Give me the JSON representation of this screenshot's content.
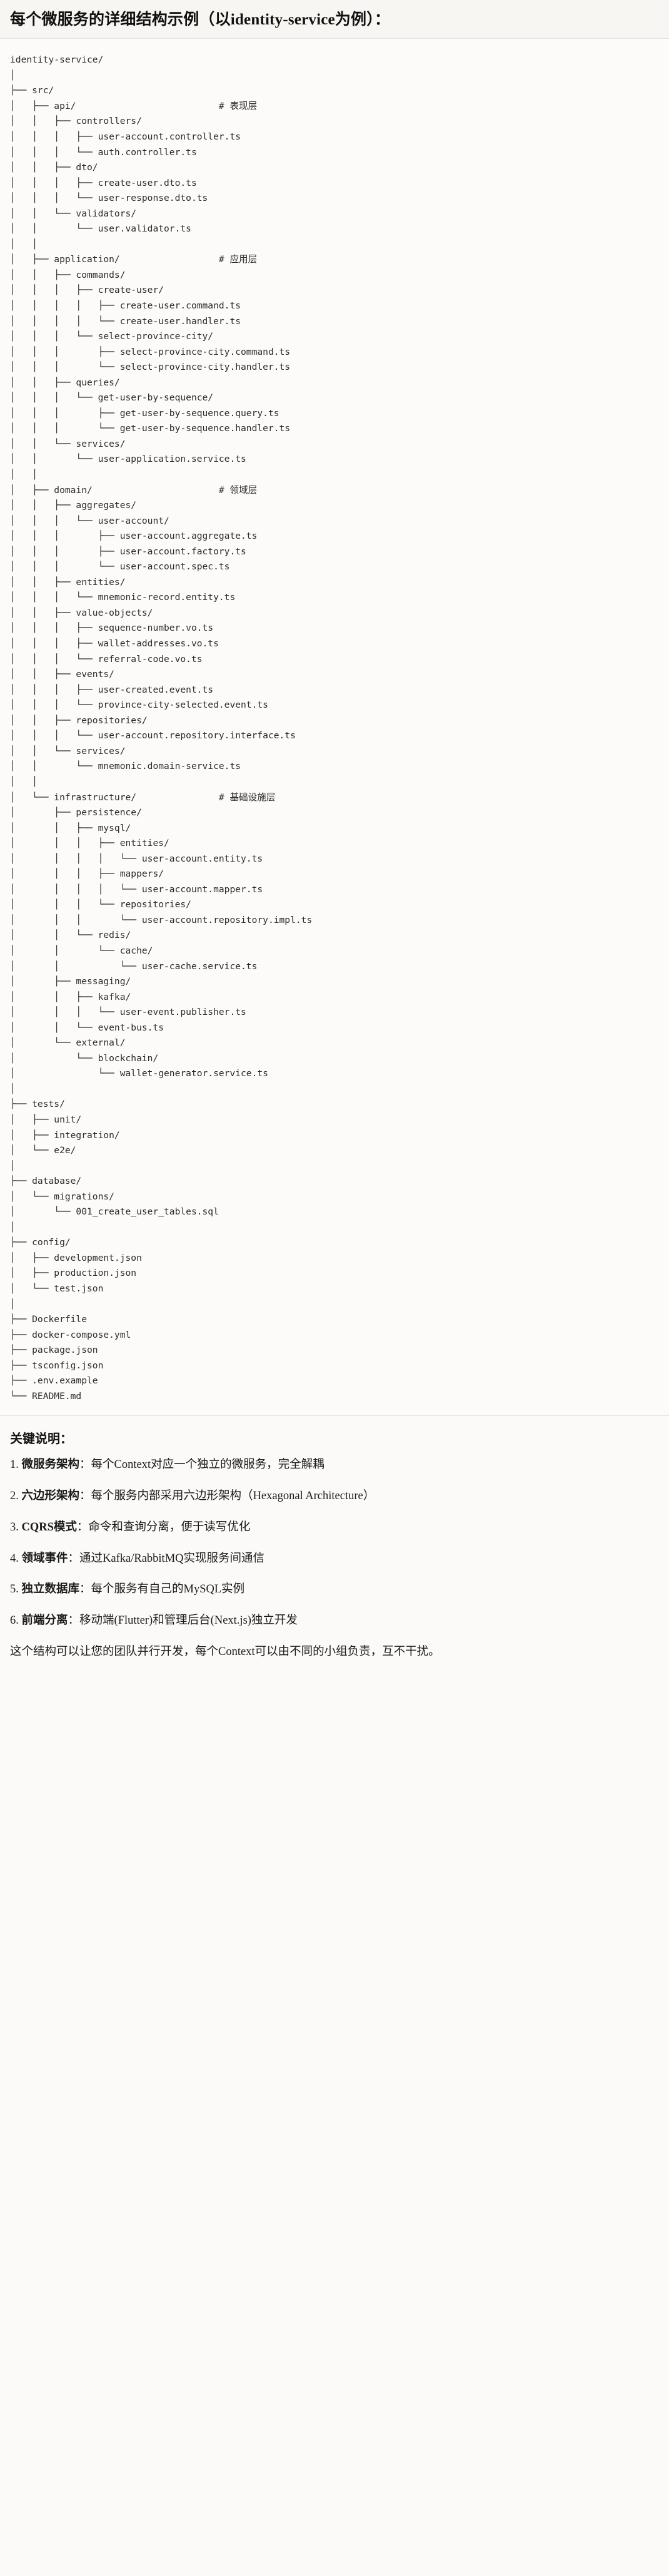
{
  "header": {
    "title": "每个微服务的详细结构示例（以identity-service为例）："
  },
  "tree": {
    "root_label": "identity-service/",
    "comment_column": 44,
    "comments": {
      "api": "# 表现层",
      "application": "# 应用层",
      "domain": "# 领域层",
      "infrastructure": "# 基础设施层"
    },
    "text": "identity-service/\n│\n├── src/\n│   ├── api/                          # 表现层\n│   │   ├── controllers/\n│   │   │   ├── user-account.controller.ts\n│   │   │   └── auth.controller.ts\n│   │   ├── dto/\n│   │   │   ├── create-user.dto.ts\n│   │   │   └── user-response.dto.ts\n│   │   └── validators/\n│   │       └── user.validator.ts\n│   │\n│   ├── application/                  # 应用层\n│   │   ├── commands/\n│   │   │   ├── create-user/\n│   │   │   │   ├── create-user.command.ts\n│   │   │   │   └── create-user.handler.ts\n│   │   │   └── select-province-city/\n│   │   │       ├── select-province-city.command.ts\n│   │   │       └── select-province-city.handler.ts\n│   │   ├── queries/\n│   │   │   └── get-user-by-sequence/\n│   │   │       ├── get-user-by-sequence.query.ts\n│   │   │       └── get-user-by-sequence.handler.ts\n│   │   └── services/\n│   │       └── user-application.service.ts\n│   │\n│   ├── domain/                       # 领域层\n│   │   ├── aggregates/\n│   │   │   └── user-account/\n│   │   │       ├── user-account.aggregate.ts\n│   │   │       ├── user-account.factory.ts\n│   │   │       └── user-account.spec.ts\n│   │   ├── entities/\n│   │   │   └── mnemonic-record.entity.ts\n│   │   ├── value-objects/\n│   │   │   ├── sequence-number.vo.ts\n│   │   │   ├── wallet-addresses.vo.ts\n│   │   │   └── referral-code.vo.ts\n│   │   ├── events/\n│   │   │   ├── user-created.event.ts\n│   │   │   └── province-city-selected.event.ts\n│   │   ├── repositories/\n│   │   │   └── user-account.repository.interface.ts\n│   │   └── services/\n│   │       └── mnemonic.domain-service.ts\n│   │\n│   └── infrastructure/               # 基础设施层\n│       ├── persistence/\n│       │   ├── mysql/\n│       │   │   ├── entities/\n│       │   │   │   └── user-account.entity.ts\n│       │   │   ├── mappers/\n│       │   │   │   └── user-account.mapper.ts\n│       │   │   └── repositories/\n│       │   │       └── user-account.repository.impl.ts\n│       │   └── redis/\n│       │       └── cache/\n│       │           └── user-cache.service.ts\n│       ├── messaging/\n│       │   ├── kafka/\n│       │   │   └── user-event.publisher.ts\n│       │   └── event-bus.ts\n│       └── external/\n│           └── blockchain/\n│               └── wallet-generator.service.ts\n│\n├── tests/\n│   ├── unit/\n│   ├── integration/\n│   └── e2e/\n│\n├── database/\n│   └── migrations/\n│       └── 001_create_user_tables.sql\n│\n├── config/\n│   ├── development.json\n│   ├── production.json\n│   └── test.json\n│\n├── Dockerfile\n├── docker-compose.yml\n├── package.json\n├── tsconfig.json\n├── .env.example\n└── README.md"
  },
  "notes": {
    "title": "关键说明：",
    "items": [
      {
        "num": "1.",
        "term": "微服务架构",
        "sep": "：",
        "text": "每个Context对应一个独立的微服务，完全解耦"
      },
      {
        "num": "2.",
        "term": "六边形架构",
        "sep": "：",
        "text": "每个服务内部采用六边形架构（Hexagonal Architecture）"
      },
      {
        "num": "3.",
        "term": "CQRS模式",
        "sep": "：",
        "text": "命令和查询分离，便于读写优化"
      },
      {
        "num": "4.",
        "term": "领域事件",
        "sep": "：",
        "text": "通过Kafka/RabbitMQ实现服务间通信"
      },
      {
        "num": "5.",
        "term": "独立数据库",
        "sep": "：",
        "text": "每个服务有自己的MySQL实例"
      },
      {
        "num": "6.",
        "term": "前端分离",
        "sep": "：",
        "text": "移动端(Flutter)和管理后台(Next.js)独立开发"
      }
    ],
    "closing": "这个结构可以让您的团队并行开发，每个Context可以由不同的小组负责，互不干扰。"
  }
}
